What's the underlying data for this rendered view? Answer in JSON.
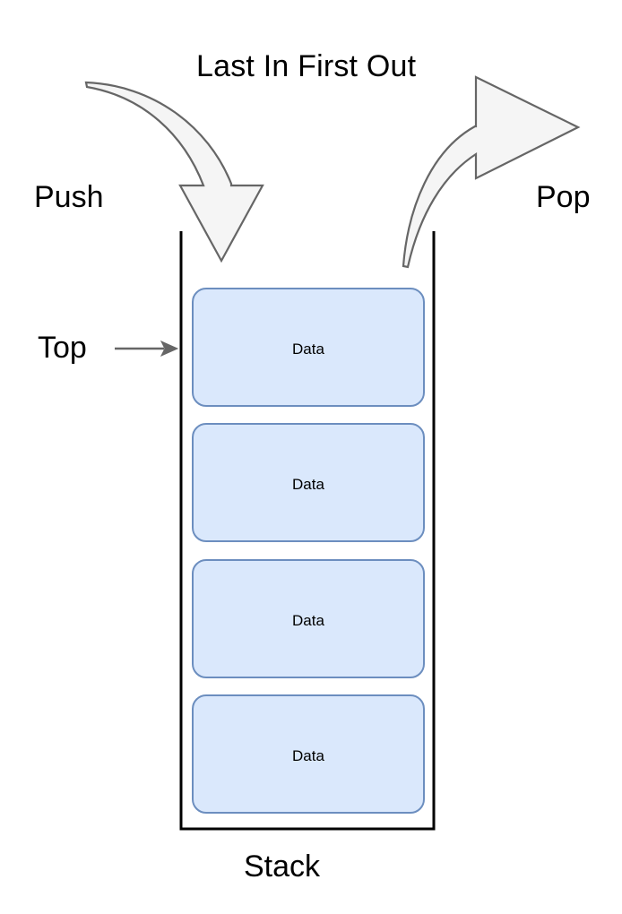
{
  "diagram": {
    "title": "Last In First Out",
    "bottom_caption": "Stack",
    "push_label": "Push",
    "pop_label": "Pop",
    "top_label": "Top",
    "container_name": "stack-container",
    "elements": [
      {
        "label": "Data",
        "position": "top"
      },
      {
        "label": "Data",
        "position": "second"
      },
      {
        "label": "Data",
        "position": "third"
      },
      {
        "label": "Data",
        "position": "bottom"
      }
    ],
    "colors": {
      "box_fill": "#dae8fc",
      "box_stroke": "#6c8ebf",
      "arrow_fill": "#f5f5f5",
      "arrow_stroke": "#666666",
      "container_stroke": "#000000",
      "text": "#000000",
      "background": "#ffffff"
    },
    "icons": {
      "push_arrow": "curved-down-arrow-icon",
      "pop_arrow": "curved-right-arrow-icon",
      "top_pointer": "right-arrow-icon"
    }
  }
}
